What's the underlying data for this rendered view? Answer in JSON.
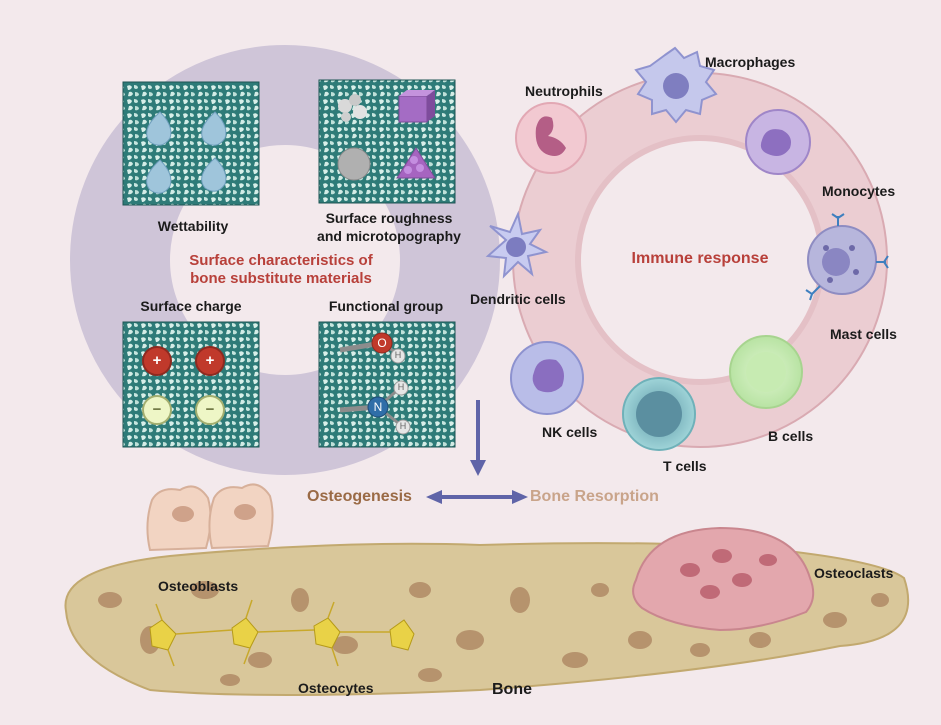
{
  "surface_panel": {
    "title_line1": "Surface characteristics of",
    "title_line2": "bone substitute materials",
    "tiles": {
      "wettability": "Wettability",
      "roughness_line1": "Surface roughness",
      "roughness_line2": "and microtopography",
      "charge": "Surface charge",
      "functional": "Functional group"
    },
    "charge_symbols": {
      "positive": "+",
      "negative": "−"
    },
    "atom_symbols": {
      "oxygen": "O",
      "nitrogen": "N",
      "hydrogen": "H"
    }
  },
  "immune_panel": {
    "title": "Immune response",
    "cells": {
      "neutrophils": "Neutrophils",
      "macrophages": "Macrophages",
      "monocytes": "Monocytes",
      "mast": "Mast cells",
      "b": "B cells",
      "t": "T cells",
      "nk": "NK cells",
      "dendritic": "Dendritic cells"
    }
  },
  "outcomes": {
    "osteogenesis": "Osteogenesis",
    "resorption": "Bone Resorption"
  },
  "bone_panel": {
    "osteoblasts": "Osteoblasts",
    "osteocytes": "Osteocytes",
    "bone": "Bone",
    "osteoclasts": "Osteoclasts"
  },
  "colors": {
    "background": "#f3e9ec",
    "surface_ring": "#cfc5d8",
    "immune_ring": "#eccbd0",
    "accent_red": "#b8403a",
    "arrow": "#5f64a8",
    "bone_fill": "#d9c79a"
  }
}
